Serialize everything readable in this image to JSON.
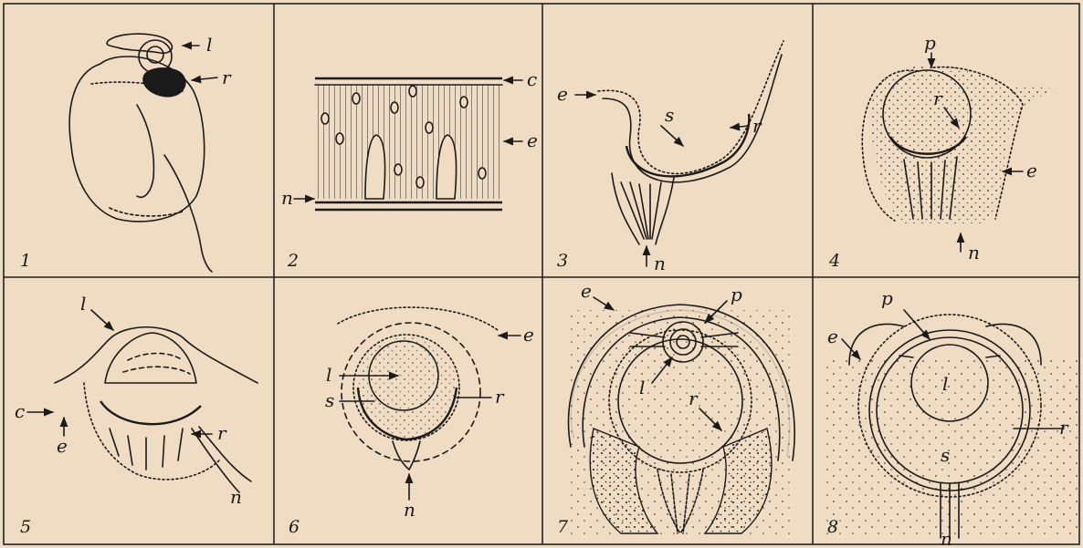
{
  "panels": [
    {
      "number": "1",
      "labels": {
        "l": "l",
        "r": "r"
      }
    },
    {
      "number": "2",
      "labels": {
        "c": "c",
        "e": "e",
        "n": "n"
      }
    },
    {
      "number": "3",
      "labels": {
        "e": "e",
        "s": "s",
        "r": "r",
        "n": "n"
      }
    },
    {
      "number": "4",
      "labels": {
        "p": "p",
        "r": "r",
        "e": "e",
        "n": "n"
      }
    },
    {
      "number": "5",
      "labels": {
        "l": "l",
        "c": "c",
        "e": "e",
        "r": "r",
        "n": "n"
      }
    },
    {
      "number": "6",
      "labels": {
        "e": "e",
        "l": "l",
        "s": "s",
        "r": "r",
        "n": "n"
      }
    },
    {
      "number": "7",
      "labels": {
        "e": "e",
        "p": "p",
        "l": "l",
        "r": "r"
      }
    },
    {
      "number": "8",
      "labels": {
        "p": "p",
        "e": "e",
        "l": "l",
        "r": "r",
        "s": "s",
        "n": "n"
      }
    }
  ],
  "colors": {
    "paper": "#efdcc3",
    "ink": "#1a1a1a"
  }
}
